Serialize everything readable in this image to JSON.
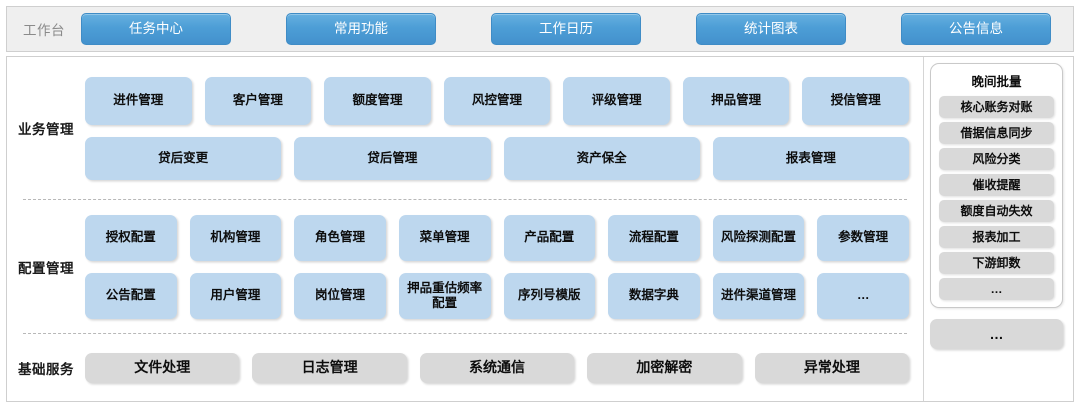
{
  "topbar": {
    "label": "工作台",
    "tabs": [
      {
        "label": "任务中心"
      },
      {
        "label": "常用功能"
      },
      {
        "label": "工作日历"
      },
      {
        "label": "统计图表"
      },
      {
        "label": "公告信息"
      }
    ]
  },
  "colors": {
    "tab_blue": "#4d9ed6",
    "tile_blue": "#bdd7ee",
    "tile_gray": "#d9d9d9",
    "toolbar_bg": "#efefef",
    "border": "#cfcfcf"
  },
  "sections": {
    "business": {
      "label": "业务管理",
      "row1": [
        {
          "label": "进件管理"
        },
        {
          "label": "客户管理"
        },
        {
          "label": "额度管理"
        },
        {
          "label": "风控管理"
        },
        {
          "label": "评级管理"
        },
        {
          "label": "押品管理"
        },
        {
          "label": "授信管理"
        }
      ],
      "row2": [
        {
          "label": "贷后变更"
        },
        {
          "label": "贷后管理"
        },
        {
          "label": "资产保全"
        },
        {
          "label": "报表管理"
        }
      ]
    },
    "config": {
      "label": "配置管理",
      "row1": [
        {
          "label": "授权配置"
        },
        {
          "label": "机构管理"
        },
        {
          "label": "角色管理"
        },
        {
          "label": "菜单管理"
        },
        {
          "label": "产品配置"
        },
        {
          "label": "流程配置"
        },
        {
          "label": "风险探测配置"
        },
        {
          "label": "参数管理"
        }
      ],
      "row2": [
        {
          "label": "公告配置"
        },
        {
          "label": "用户管理"
        },
        {
          "label": "岗位管理"
        },
        {
          "label": "押品重估频率配置"
        },
        {
          "label": "序列号模版"
        },
        {
          "label": "数据字典"
        },
        {
          "label": "进件渠道管理"
        },
        {
          "label": "…"
        }
      ]
    },
    "basic": {
      "label": "基础服务",
      "row1": [
        {
          "label": "文件处理"
        },
        {
          "label": "日志管理"
        },
        {
          "label": "系统通信"
        },
        {
          "label": "加密解密"
        },
        {
          "label": "异常处理"
        }
      ]
    }
  },
  "right_panel": {
    "batch": {
      "title": "晚间批量",
      "items": [
        {
          "label": "核心账务对账"
        },
        {
          "label": "借据信息同步"
        },
        {
          "label": "风险分类"
        },
        {
          "label": "催收提醒"
        },
        {
          "label": "额度自动失效"
        },
        {
          "label": "报表加工"
        },
        {
          "label": "下游卸数"
        },
        {
          "label": "…"
        }
      ]
    },
    "more_label": "…"
  }
}
